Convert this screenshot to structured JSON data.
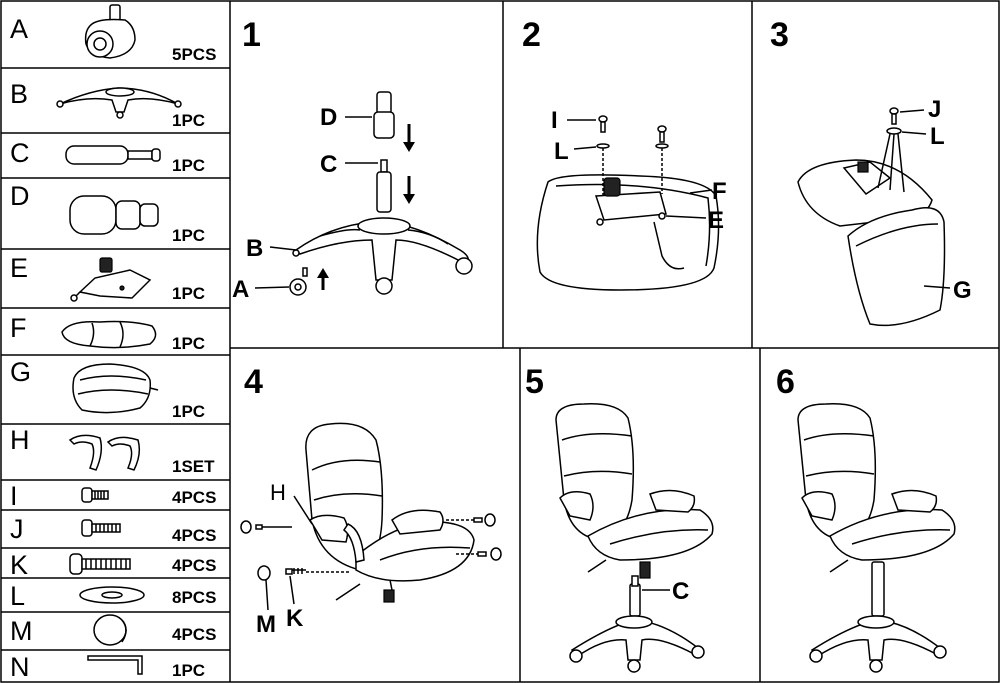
{
  "parts": [
    {
      "letter": "A",
      "qty": "5PCS",
      "icon": "caster-wheel-icon"
    },
    {
      "letter": "B",
      "qty": "1PC",
      "icon": "star-base-icon"
    },
    {
      "letter": "C",
      "qty": "1PC",
      "icon": "gas-lift-icon"
    },
    {
      "letter": "D",
      "qty": "1PC",
      "icon": "lift-cover-icon"
    },
    {
      "letter": "E",
      "qty": "1PC",
      "icon": "tilt-mechanism-icon"
    },
    {
      "letter": "F",
      "qty": "1PC",
      "icon": "seat-cushion-icon"
    },
    {
      "letter": "G",
      "qty": "1PC",
      "icon": "backrest-icon"
    },
    {
      "letter": "H",
      "qty": "1SET",
      "icon": "armrest-icon"
    },
    {
      "letter": "I",
      "qty": "4PCS",
      "icon": "short-bolt-icon"
    },
    {
      "letter": "J",
      "qty": "4PCS",
      "icon": "medium-bolt-icon"
    },
    {
      "letter": "K",
      "qty": "4PCS",
      "icon": "long-bolt-icon"
    },
    {
      "letter": "L",
      "qty": "8PCS",
      "icon": "washer-icon"
    },
    {
      "letter": "M",
      "qty": "4PCS",
      "icon": "cap-icon"
    },
    {
      "letter": "N",
      "qty": "1PC",
      "icon": "allen-key-icon"
    }
  ],
  "steps": [
    {
      "number": "1",
      "labels": {
        "d": "D",
        "c": "C",
        "b": "B",
        "a": "A"
      }
    },
    {
      "number": "2",
      "labels": {
        "i": "I",
        "l": "L",
        "f": "F",
        "e": "E"
      }
    },
    {
      "number": "3",
      "labels": {
        "j": "J",
        "l": "L",
        "g": "G"
      }
    },
    {
      "number": "4",
      "labels": {
        "h": "H",
        "m": "M",
        "k": "K"
      }
    },
    {
      "number": "5",
      "labels": {
        "c": "C"
      }
    },
    {
      "number": "6",
      "labels": {}
    }
  ]
}
